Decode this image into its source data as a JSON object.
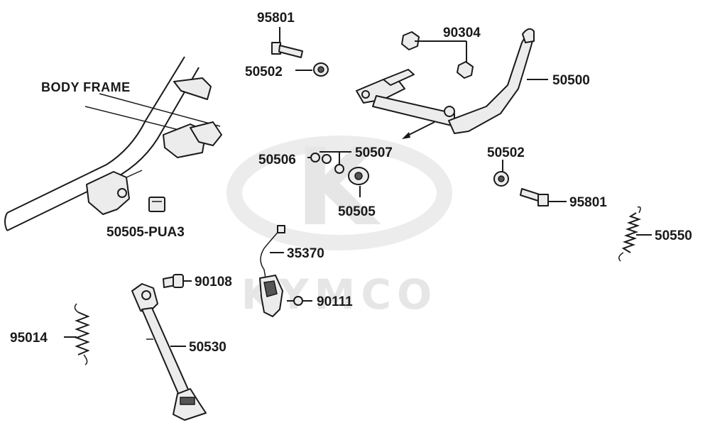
{
  "title_label": "BODY  FRAME",
  "watermark_text": "KYMCO",
  "watermark_logo_letter": "K",
  "colors": {
    "ink": "#1a1a1a",
    "part_fill": "#ececec",
    "watermark": "#e6e6e6"
  },
  "parts": {
    "p95801_top": "95801",
    "p50502_top": "50502",
    "p90304": "90304",
    "p50500": "50500",
    "p50506": "50506",
    "p50507": "50507",
    "p50505": "50505",
    "p50502_right": "50502",
    "p95801_right": "95801",
    "p50550": "50550",
    "p50505_pua3": "50505-PUA3",
    "p35370": "35370",
    "p90108": "90108",
    "p90111": "90111",
    "p95014": "95014",
    "p50530": "50530"
  }
}
